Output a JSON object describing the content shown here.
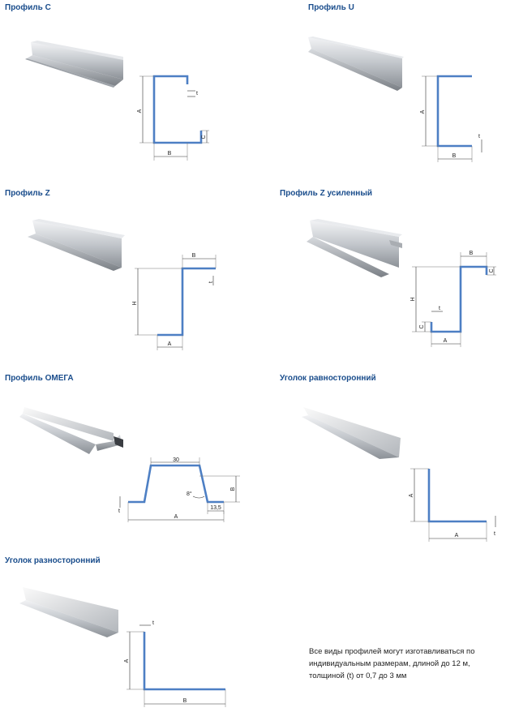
{
  "titles": {
    "c": "Профиль С",
    "u": "Профиль U",
    "z": "Профиль Z",
    "zr": "Профиль Z усиленный",
    "omega": "Профиль ОМЕГА",
    "eq": "Уголок равносторонний",
    "uneq": "Уголок разносторонний"
  },
  "labels": {
    "a": "A",
    "b": "B",
    "c": "C",
    "h": "H",
    "t": "t",
    "omega_top": "30",
    "omega_angle": "8°",
    "omega_flange": "13,5"
  },
  "note": {
    "line1": "Все виды профилей могут изготавливаться по",
    "line2": "индивидуальным размерам, длиной до 12 м,",
    "line3": "толщиной (t) от 0,7 до 3 мм"
  },
  "colors": {
    "title": "#1a4d8c",
    "profile_line": "#4d7fc4"
  }
}
